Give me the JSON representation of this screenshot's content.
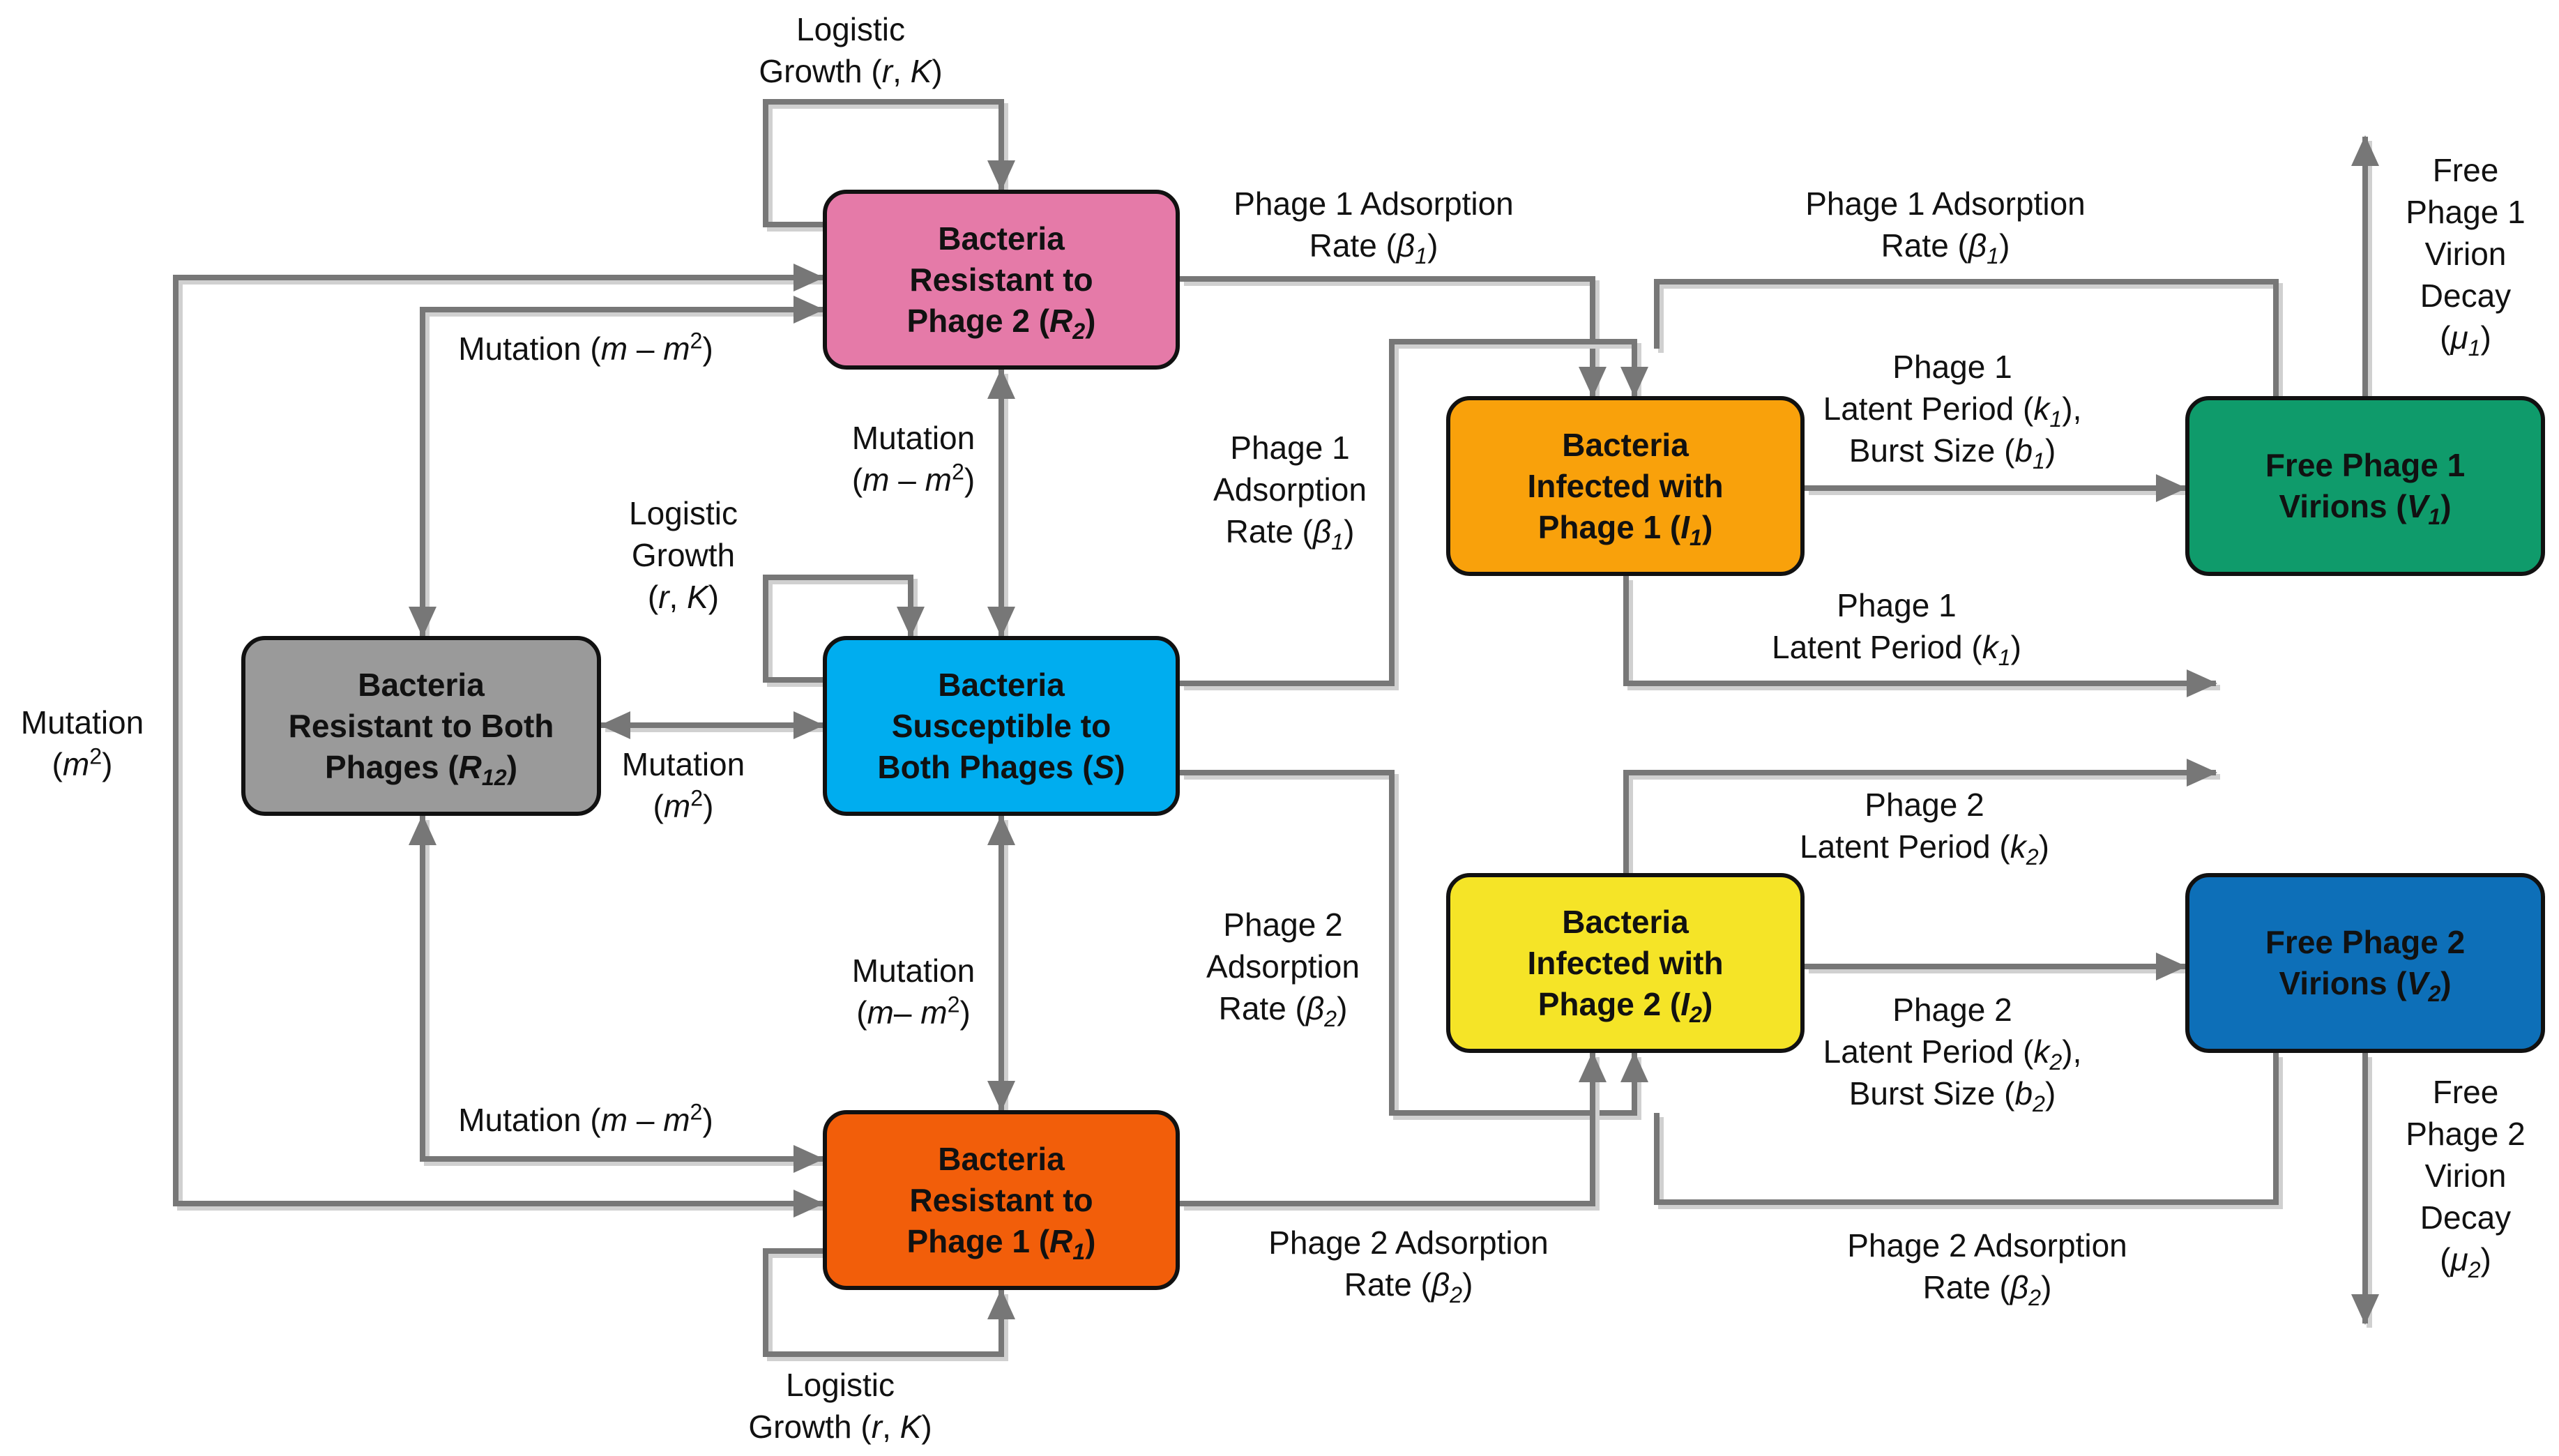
{
  "colors": {
    "arrow": "#777777",
    "arrow_highlight": "#d0d0d0",
    "box_border": "#111111"
  },
  "nodes": {
    "R2": {
      "color": "#e57aa8",
      "lines": [
        [
          "Bacteria"
        ],
        [
          "Resistant to"
        ],
        [
          "Phage 2 (",
          {
            "t": "R",
            "i": true
          },
          {
            "t": "2",
            "sub": true,
            "i": true
          },
          ")"
        ]
      ]
    },
    "R12": {
      "color": "#9a9a9a",
      "lines": [
        [
          "Bacteria"
        ],
        [
          "Resistant to Both"
        ],
        [
          "Phages (",
          {
            "t": "R",
            "i": true
          },
          {
            "t": "12",
            "sub": true,
            "i": true
          },
          ")"
        ]
      ]
    },
    "S": {
      "color": "#00adef",
      "lines": [
        [
          "Bacteria"
        ],
        [
          "Susceptible to"
        ],
        [
          "Both Phages (",
          {
            "t": "S",
            "i": true
          },
          ")"
        ]
      ]
    },
    "R1": {
      "color": "#f25e0a",
      "lines": [
        [
          "Bacteria"
        ],
        [
          "Resistant to"
        ],
        [
          "Phage 1 (",
          {
            "t": "R",
            "i": true
          },
          {
            "t": "1",
            "sub": true,
            "i": true
          },
          ")"
        ]
      ]
    },
    "I1": {
      "color": "#f9a10b",
      "lines": [
        [
          "Bacteria"
        ],
        [
          "Infected with"
        ],
        [
          "Phage 1 (",
          {
            "t": "I",
            "i": true
          },
          {
            "t": "1",
            "sub": true,
            "i": true
          },
          ")"
        ]
      ]
    },
    "I2": {
      "color": "#f5e427",
      "lines": [
        [
          "Bacteria"
        ],
        [
          "Infected with"
        ],
        [
          "Phage 2 (",
          {
            "t": "I",
            "i": true
          },
          {
            "t": "2",
            "sub": true,
            "i": true
          },
          ")"
        ]
      ]
    },
    "V1": {
      "color": "#0f9b6b",
      "lines": [
        [
          "Free Phage 1"
        ],
        [
          "Virions (",
          {
            "t": "V",
            "i": true
          },
          {
            "t": "1",
            "sub": true,
            "i": true
          },
          ")"
        ]
      ]
    },
    "V2": {
      "color": "#0d6fb8",
      "lines": [
        [
          "Free Phage 2"
        ],
        [
          "Virions (",
          {
            "t": "V",
            "i": true
          },
          {
            "t": "2",
            "sub": true,
            "i": true
          },
          ")"
        ]
      ]
    }
  },
  "labels": {
    "logistic_top": [
      [
        "Logistic"
      ],
      [
        "Growth (",
        {
          "t": "r",
          "i": true
        },
        ", ",
        {
          "t": "K",
          "i": true
        },
        ")"
      ]
    ],
    "logistic_mid": [
      [
        "Logistic"
      ],
      [
        "Growth"
      ],
      [
        "(",
        {
          "t": "r",
          "i": true
        },
        ", ",
        {
          "t": "K",
          "i": true
        },
        ")"
      ]
    ],
    "logistic_bottom": [
      [
        "Logistic"
      ],
      [
        "Growth (",
        {
          "t": "r",
          "i": true
        },
        ", ",
        {
          "t": "K",
          "i": true
        },
        ")"
      ]
    ],
    "mutation_r2_r12": [
      [
        "Mutation (",
        {
          "t": "m",
          "i": true
        },
        " – ",
        {
          "t": "m",
          "i": true
        },
        {
          "t": "2",
          "sup": true
        },
        ")"
      ]
    ],
    "mutation_r1_r12": [
      [
        "Mutation (",
        {
          "t": "m",
          "i": true
        },
        " – ",
        {
          "t": "m",
          "i": true
        },
        {
          "t": "2",
          "sup": true
        },
        ")"
      ]
    ],
    "mutation_s_r2": [
      [
        "Mutation"
      ],
      [
        "(",
        {
          "t": "m",
          "i": true
        },
        " – ",
        {
          "t": "m",
          "i": true
        },
        {
          "t": "2",
          "sup": true
        },
        ")"
      ]
    ],
    "mutation_s_r1": [
      [
        "Mutation"
      ],
      [
        "(",
        {
          "t": "m",
          "i": true
        },
        "– ",
        {
          "t": "m",
          "i": true
        },
        {
          "t": "2",
          "sup": true
        },
        ")"
      ]
    ],
    "mutation_s_r12": [
      [
        "Mutation"
      ],
      [
        "(",
        {
          "t": "m",
          "i": true
        },
        {
          "t": "2",
          "sup": true
        },
        ")"
      ]
    ],
    "mutation_left": [
      [
        "Mutation"
      ],
      [
        "(",
        {
          "t": "m",
          "i": true
        },
        {
          "t": "2",
          "sup": true
        },
        ")"
      ]
    ],
    "ads1_r2": [
      [
        "Phage 1 Adsorption"
      ],
      [
        "Rate (",
        {
          "t": "β",
          "i": true
        },
        {
          "t": "1",
          "sub": true,
          "i": true
        },
        ")"
      ]
    ],
    "ads1_v1": [
      [
        "Phage 1 Adsorption"
      ],
      [
        "Rate (",
        {
          "t": "β",
          "i": true
        },
        {
          "t": "1",
          "sub": true,
          "i": true
        },
        ")"
      ]
    ],
    "ads1_s": [
      [
        "Phage 1"
      ],
      [
        "Adsorption"
      ],
      [
        "Rate (",
        {
          "t": "β",
          "i": true
        },
        {
          "t": "1",
          "sub": true,
          "i": true
        },
        ")"
      ]
    ],
    "ads2_s": [
      [
        "Phage 2"
      ],
      [
        "Adsorption"
      ],
      [
        "Rate (",
        {
          "t": "β",
          "i": true
        },
        {
          "t": "2",
          "sub": true,
          "i": true
        },
        ")"
      ]
    ],
    "ads2_r1": [
      [
        "Phage 2 Adsorption"
      ],
      [
        "Rate (",
        {
          "t": "β",
          "i": true
        },
        {
          "t": "2",
          "sub": true,
          "i": true
        },
        ")"
      ]
    ],
    "ads2_v2": [
      [
        "Phage 2 Adsorption"
      ],
      [
        "Rate (",
        {
          "t": "β",
          "i": true
        },
        {
          "t": "2",
          "sub": true,
          "i": true
        },
        ")"
      ]
    ],
    "burst1": [
      [
        "Phage 1"
      ],
      [
        "Latent Period (",
        {
          "t": "k",
          "i": true
        },
        {
          "t": "1",
          "sub": true,
          "i": true
        },
        "),"
      ],
      [
        "Burst Size (",
        {
          "t": "b",
          "i": true
        },
        {
          "t": "1",
          "sub": true,
          "i": true
        },
        ")"
      ]
    ],
    "latent1": [
      [
        "Phage 1"
      ],
      [
        "Latent Period (",
        {
          "t": "k",
          "i": true
        },
        {
          "t": "1",
          "sub": true,
          "i": true
        },
        ")"
      ]
    ],
    "latent2": [
      [
        "Phage 2"
      ],
      [
        "Latent Period (",
        {
          "t": "k",
          "i": true
        },
        {
          "t": "2",
          "sub": true,
          "i": true
        },
        ")"
      ]
    ],
    "burst2": [
      [
        "Phage 2"
      ],
      [
        "Latent Period (",
        {
          "t": "k",
          "i": true
        },
        {
          "t": "2",
          "sub": true,
          "i": true
        },
        "),"
      ],
      [
        "Burst Size (",
        {
          "t": "b",
          "i": true
        },
        {
          "t": "2",
          "sub": true,
          "i": true
        },
        ")"
      ]
    ],
    "decay1": [
      [
        "Free"
      ],
      [
        "Phage 1"
      ],
      [
        "Virion"
      ],
      [
        "Decay"
      ],
      [
        "(",
        {
          "t": "μ",
          "i": true
        },
        {
          "t": "1",
          "sub": true,
          "i": true
        },
        ")"
      ]
    ],
    "decay2": [
      [
        "Free"
      ],
      [
        "Phage 2"
      ],
      [
        "Virion"
      ],
      [
        "Decay"
      ],
      [
        "(",
        {
          "t": "μ",
          "i": true
        },
        {
          "t": "2",
          "sub": true,
          "i": true
        },
        ")"
      ]
    ]
  }
}
